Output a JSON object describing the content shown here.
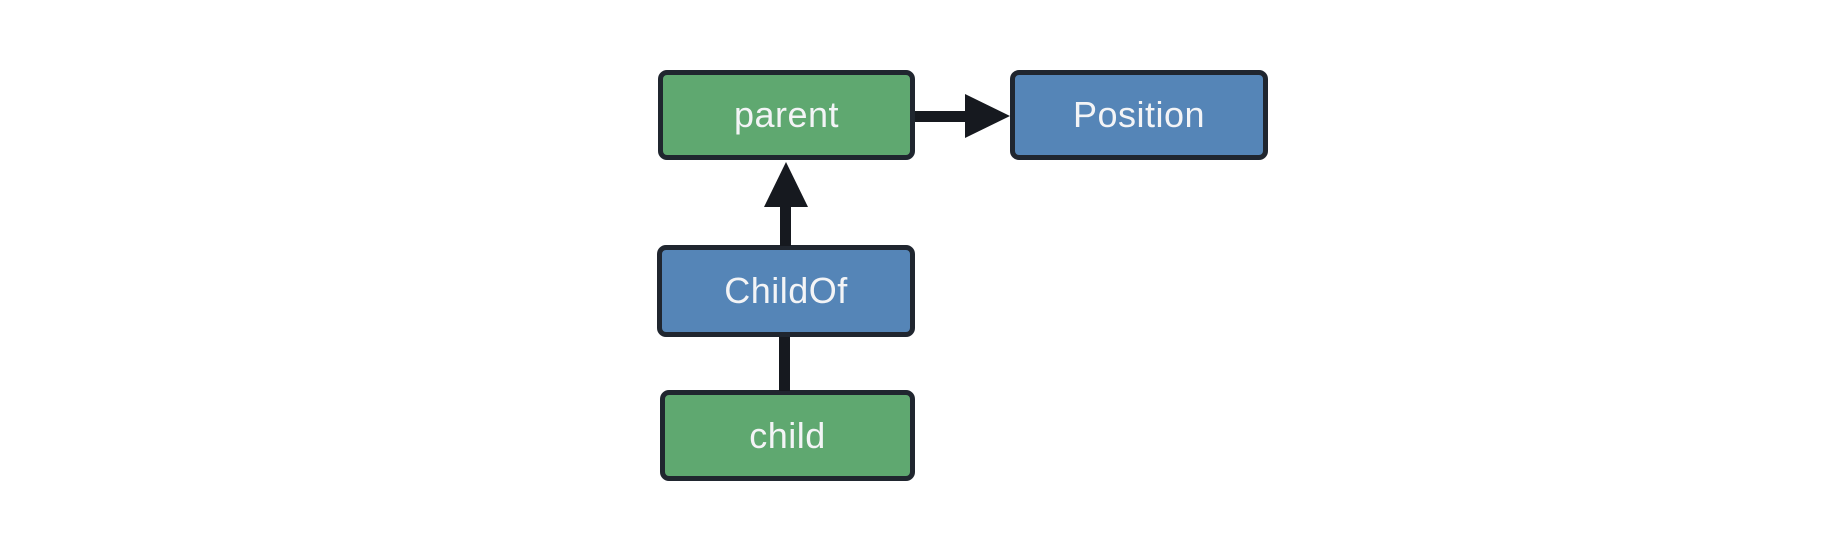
{
  "diagram": {
    "type": "entity-relationship-graph",
    "nodes": [
      {
        "id": "parent",
        "label": "parent",
        "kind": "entity"
      },
      {
        "id": "Position",
        "label": "Position",
        "kind": "component"
      },
      {
        "id": "ChildOf",
        "label": "ChildOf",
        "kind": "relationship"
      },
      {
        "id": "child",
        "label": "child",
        "kind": "entity"
      }
    ],
    "edges": [
      {
        "from": "parent",
        "to": "Position",
        "style": "arrow",
        "direction": "right"
      },
      {
        "from": "ChildOf",
        "to": "parent",
        "style": "arrow",
        "direction": "up"
      },
      {
        "from": "child",
        "to": "ChildOf",
        "style": "plain-line",
        "direction": "up"
      }
    ],
    "colors": {
      "entity_fill": "#5fa870",
      "component_fill": "#5585b7",
      "node_border": "#20262f",
      "node_text": "#f3f4f6",
      "edge_color": "#16191f",
      "background": "#ffffff"
    }
  }
}
